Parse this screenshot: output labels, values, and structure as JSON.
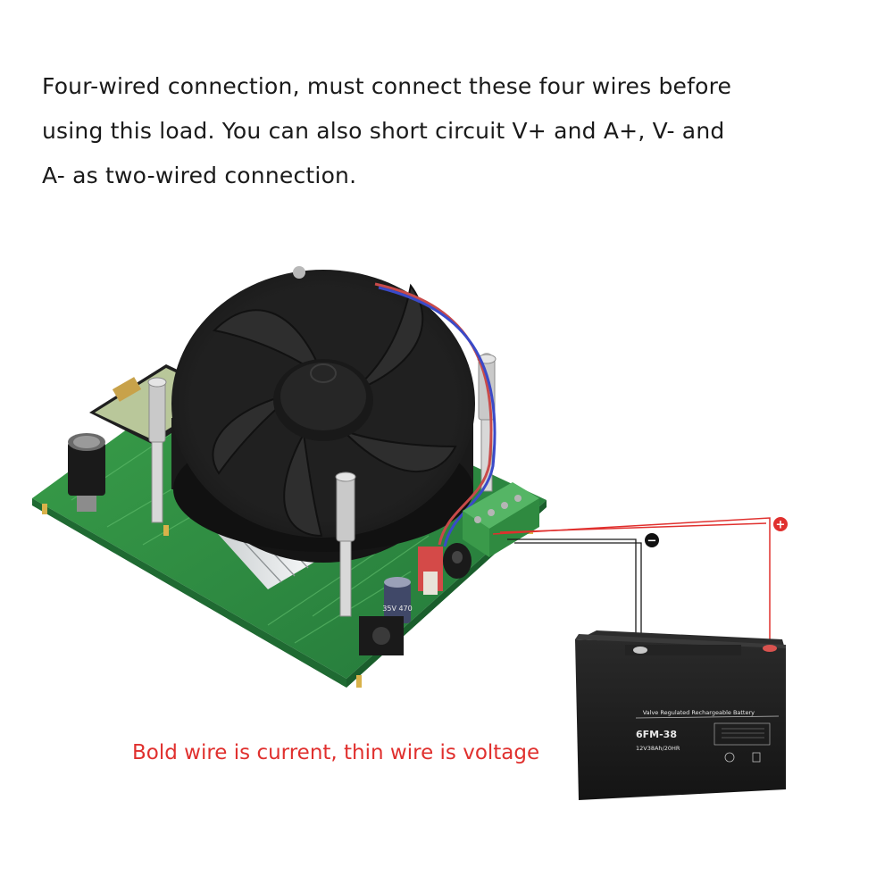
{
  "intro": {
    "lines": [
      "Four-wired connection, must connect these four wires before",
      "using this load. You can also short circuit V+ and A+, V- and",
      "A- as two-wired connection."
    ]
  },
  "caption": "Bold wire is current, thin wire is voltage",
  "battery": {
    "model": "6FM-38",
    "rating": "12V38Ah/20HR",
    "type_label": "Valve Regulated Rechargeable Battery"
  },
  "capacitor": {
    "marking": "35V 470"
  },
  "terminals": {
    "positive_symbol": "+",
    "negative_symbol": "−"
  },
  "colors": {
    "pcb_green": "#2f8f3f",
    "wire_red": "#e0302e",
    "terminal_block": "#3a9a4a",
    "battery_body": "#1c1c1c",
    "fan": "#2a2a2a",
    "caption": "#e0302e"
  }
}
